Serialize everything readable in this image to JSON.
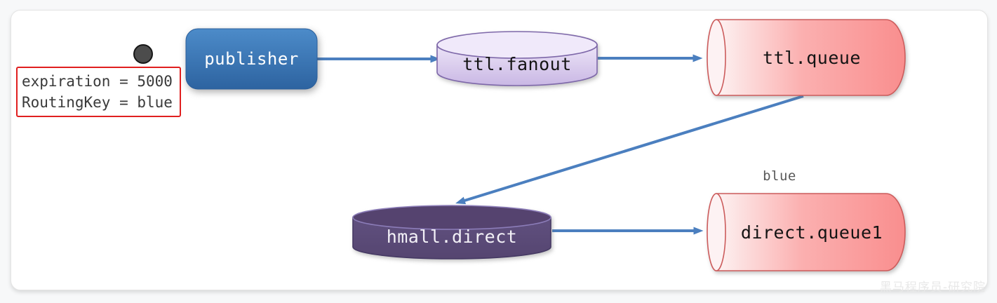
{
  "publisher": {
    "label": "publisher"
  },
  "annotation": {
    "line1": "expiration = 5000",
    "line2": "RoutingKey = blue"
  },
  "fanout_exchange": {
    "label": "ttl.fanout"
  },
  "ttl_queue": {
    "label": "ttl.queue"
  },
  "direct_exchange": {
    "label": "hmall.direct"
  },
  "direct_queue": {
    "label": "direct.queue1",
    "routing_key": "blue"
  },
  "watermark": {
    "text": "黑马程序员-研究院"
  },
  "colors": {
    "arrow": "#4b7fbf",
    "publisher_top": "#4c8bc9",
    "publisher_bottom": "#2d63a0",
    "fanout_fill_light": "#f0e9fa",
    "fanout_fill_dark": "#c9b7e4",
    "fanout_stroke": "#7e68a9",
    "queue_fill_light": "#fdf3f3",
    "queue_fill_dark": "#f98e8e",
    "queue_stroke": "#cc5c5c",
    "direct_exchange_fill": "#5a4a7c",
    "direct_exchange_stroke": "#463a64",
    "annotation_border": "#e01f1f",
    "routing_key_label": "#595959",
    "message_dot": "#4c4c4c"
  }
}
